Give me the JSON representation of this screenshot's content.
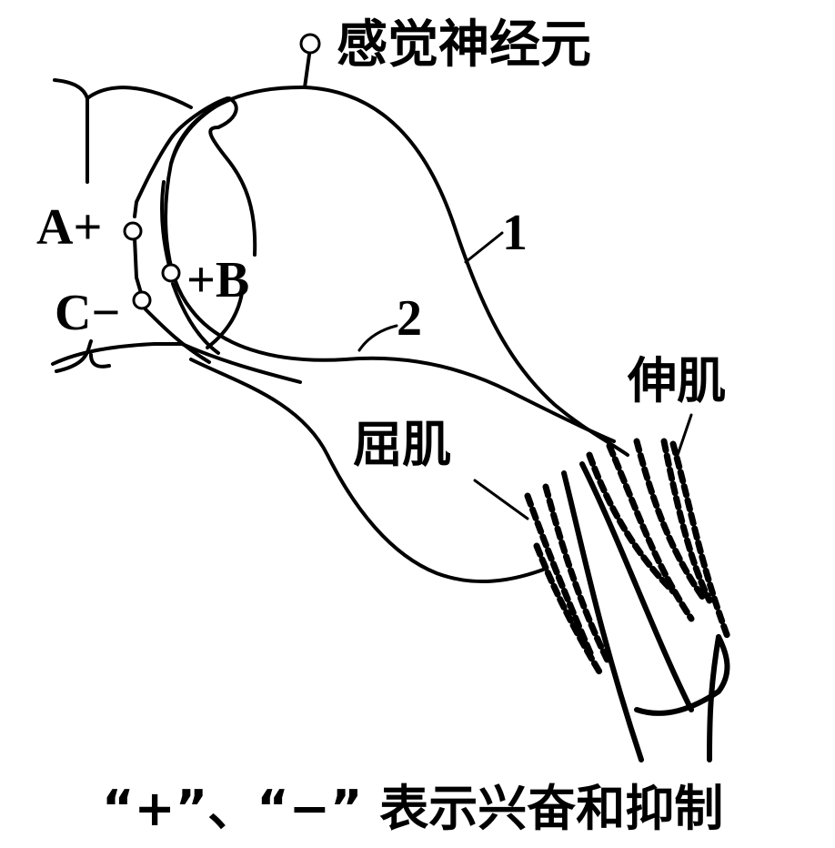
{
  "labels": {
    "sensory_neuron": "感觉神经元",
    "a_plus": "A+",
    "b_plus": "+B",
    "c_minus": "C−",
    "num_1": "1",
    "num_2": "2",
    "extensor": "伸肌",
    "flexor": "屈肌"
  },
  "caption": "“+”、“−” 表示兴奋和抑制"
}
